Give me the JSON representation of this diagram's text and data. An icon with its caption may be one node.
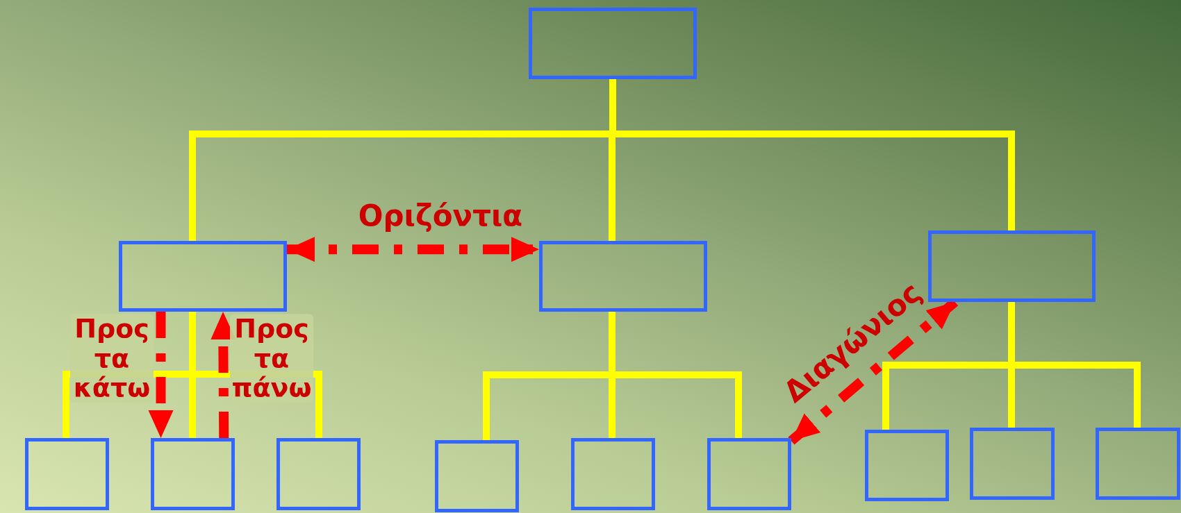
{
  "diagram": {
    "nodes": [
      {
        "text": [],
        "shape": "box"
      },
      {
        "text": [],
        "shape": "box"
      },
      {
        "text": [],
        "shape": "box"
      },
      {
        "text": [],
        "shape": "box"
      },
      {
        "text": [],
        "shape": "box"
      },
      {
        "text": [],
        "shape": "box"
      },
      {
        "text": [],
        "shape": "box"
      },
      {
        "text": [],
        "shape": "box"
      },
      {
        "text": [],
        "shape": "box"
      },
      {
        "text": [],
        "shape": "box"
      },
      {
        "text": [],
        "shape": "box"
      },
      {
        "text": [],
        "shape": "box"
      },
      {
        "text": [],
        "shape": "box"
      }
    ],
    "edges": [
      {
        "from": 0,
        "to": 1,
        "arrow": "none"
      },
      {
        "from": 0,
        "to": 2,
        "arrow": "none"
      },
      {
        "from": 0,
        "to": 3,
        "arrow": "none"
      },
      {
        "from": 1,
        "to": 4,
        "arrow": "none"
      },
      {
        "from": 1,
        "to": 5,
        "arrow": "none"
      },
      {
        "from": 1,
        "to": 6,
        "arrow": "none"
      },
      {
        "from": 2,
        "to": 7,
        "arrow": "none"
      },
      {
        "from": 2,
        "to": 8,
        "arrow": "none"
      },
      {
        "from": 2,
        "to": 9,
        "arrow": "none"
      },
      {
        "from": 3,
        "to": 10,
        "arrow": "none"
      },
      {
        "from": 3,
        "to": 11,
        "arrow": "none"
      },
      {
        "from": 3,
        "to": 12,
        "arrow": "none"
      },
      {
        "from": 1,
        "to": 2,
        "arrow": "both",
        "label": "Οριζόντια",
        "style": "dashed",
        "color": "#ff0000"
      },
      {
        "from": 1,
        "to": 5,
        "arrow": "to",
        "label": "Προς τα κάτω",
        "style": "dashed",
        "color": "#ff0000"
      },
      {
        "from": 5,
        "to": 1,
        "arrow": "to",
        "label": "Προς τα πάνω",
        "style": "dashed",
        "color": "#ff0000"
      },
      {
        "from": 9,
        "to": 3,
        "arrow": "both",
        "label": "Διαγώνιος",
        "style": "dashed",
        "color": "#ff0000"
      }
    ]
  }
}
